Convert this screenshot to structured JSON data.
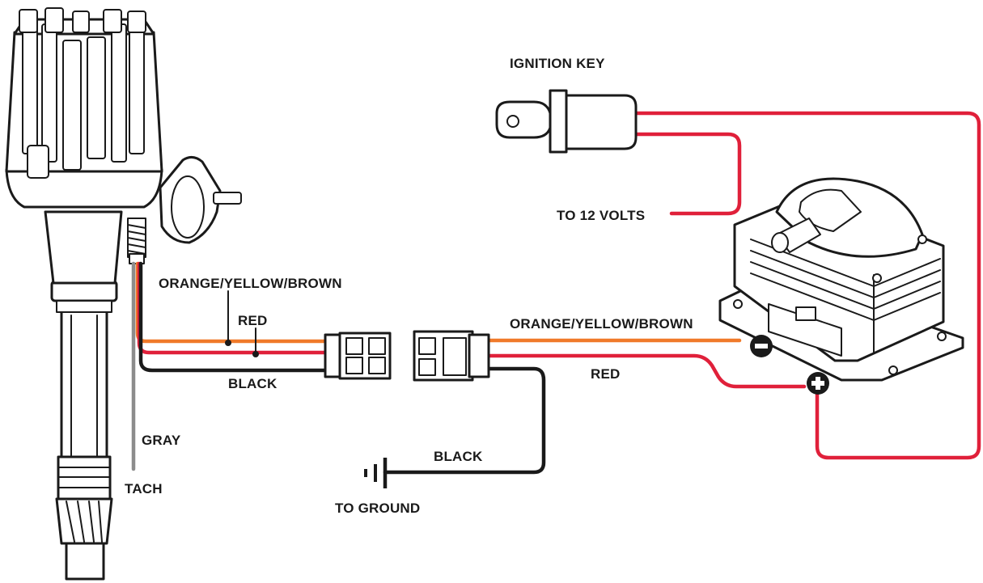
{
  "labels": {
    "ignition_key": "IGNITION KEY",
    "to_12_volts": "TO 12 VOLTS",
    "orange_yellow_brown_left": "ORANGE/YELLOW/BROWN",
    "red_left": "RED",
    "black_left": "BLACK",
    "gray": "GRAY",
    "tach": "TACH",
    "orange_yellow_brown_right": "ORANGE/YELLOW/BROWN",
    "red_right": "RED",
    "black_bottom": "BLACK",
    "to_ground": "TO GROUND"
  },
  "colors": {
    "red_wire": "#e0203a",
    "orange_wire": "#f07a2a",
    "black_wire": "#1a1a1a",
    "gray_wire": "#8c8c8c",
    "outline": "#1a1a1a"
  },
  "icons": {
    "coil_negative": "minus-terminal-icon",
    "coil_positive": "plus-terminal-icon",
    "ground": "ground-symbol-icon",
    "key": "ignition-key-icon"
  }
}
